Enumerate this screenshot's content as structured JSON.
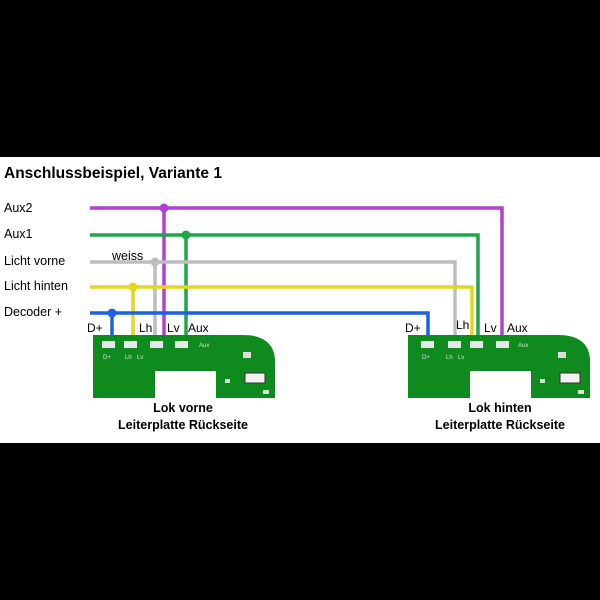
{
  "title": "Anschlussbeispiel, Variante 1",
  "wires": [
    {
      "label": "Aux2",
      "color": "#b03fd6"
    },
    {
      "label": "Aux1",
      "color": "#1ea64c"
    },
    {
      "label": "Licht vorne",
      "color": "#bdbdbd"
    },
    {
      "label": "Licht hinten",
      "color": "#e3d91c"
    },
    {
      "label": "Decoder +",
      "color": "#1f5fe0"
    }
  ],
  "wire_note": "weiss",
  "boards": [
    {
      "pins": {
        "d_plus": "D+",
        "lh": "Lh",
        "lv": "Lv",
        "aux": "Aux"
      },
      "silk": {
        "d_plus": "D+",
        "lh": "Lh",
        "lv": "Lv",
        "aux": "Aux"
      },
      "caption": [
        "Lok vorne",
        "Leiterplatte Rückseite"
      ]
    },
    {
      "pins": {
        "d_plus": "D+",
        "lh": "Lh",
        "lv": "Lv",
        "aux": "Aux"
      },
      "silk": {
        "d_plus": "D+",
        "lh": "Lh",
        "lv": "Lv",
        "aux": "Aux"
      },
      "caption": [
        "Lok hinten",
        "Leiterplatte Rückseite"
      ]
    }
  ],
  "pcb_color": "#0f8a1f"
}
